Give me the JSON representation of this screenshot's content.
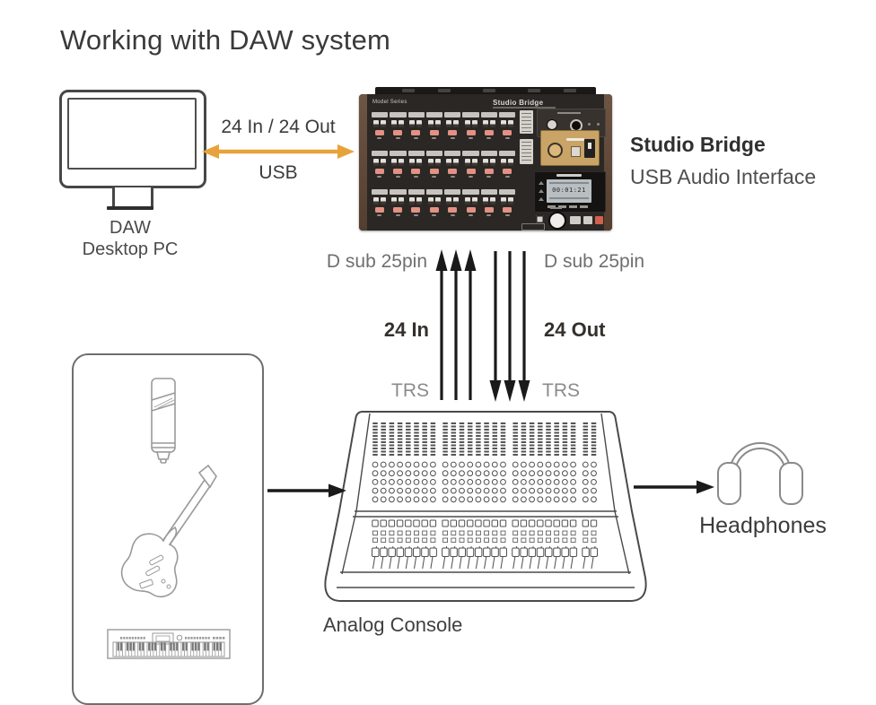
{
  "title": "Working with DAW system",
  "colors": {
    "usb_arrow_orange": "#E8A23C",
    "signal_arrow_black": "#1a1a1a",
    "device_salmon_button": "#E29183",
    "device_tan_panel": "#C9A466"
  },
  "daw_pc": {
    "label_line1": "DAW",
    "label_line2": "Desktop PC"
  },
  "usb_connection": {
    "label": "24 In / 24 Out",
    "protocol": "USB"
  },
  "studio_bridge": {
    "panel_model_text": "Model Series",
    "panel_name_text": "Studio Bridge",
    "lcd_text": "00:01:21",
    "name": "Studio Bridge",
    "subtitle": "USB Audio Interface"
  },
  "console_connection": {
    "dsub_left": "D sub 25pin",
    "dsub_right": "D sub 25pin",
    "in_label": "24 In",
    "out_label": "24 Out",
    "trs_left": "TRS",
    "trs_right": "TRS"
  },
  "analog_console": {
    "label": "Analog Console"
  },
  "headphones": {
    "label": "Headphones"
  }
}
